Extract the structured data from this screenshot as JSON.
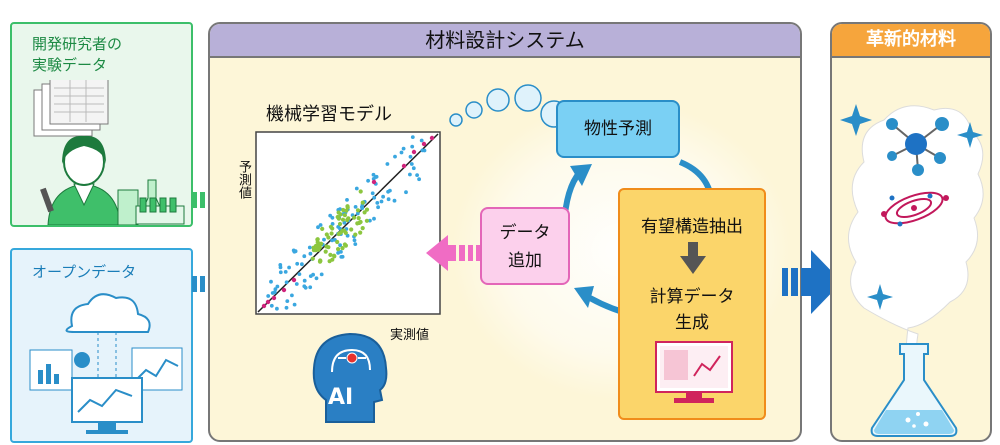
{
  "left_top": {
    "title": "開発研究者の\n実験データ"
  },
  "left_bottom": {
    "title": "オープンデータ"
  },
  "center": {
    "header": "材料設計システム",
    "model_title": "機械学習モデル",
    "y_axis_label": "予測値",
    "x_axis_label": "実測値",
    "ai_label": "AI"
  },
  "cycle": {
    "predict_label": "物性予測",
    "add_data_label": "データ\n追加",
    "extract_label": "有望構造抽出",
    "generate_label": "計算データ\n生成"
  },
  "right": {
    "header": "革新的材料"
  },
  "colors": {
    "green": "#3cbf6a",
    "blue": "#36a8dc",
    "purple": "#b8b0d8",
    "orange": "#f6a53c",
    "pink": "#e366b8"
  }
}
